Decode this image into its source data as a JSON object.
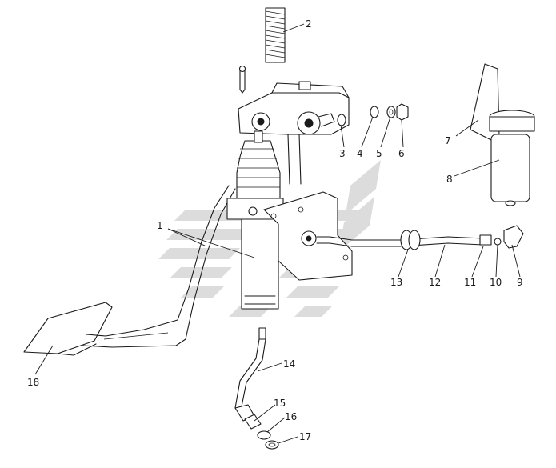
{
  "diagram": {
    "callouts": [
      {
        "id": "c1",
        "text": "1"
      },
      {
        "id": "c2",
        "text": "2"
      },
      {
        "id": "c3",
        "text": "3"
      },
      {
        "id": "c4",
        "text": "4"
      },
      {
        "id": "c5",
        "text": "5"
      },
      {
        "id": "c6",
        "text": "6"
      },
      {
        "id": "c7",
        "text": "7"
      },
      {
        "id": "c8",
        "text": "8"
      },
      {
        "id": "c9",
        "text": "9"
      },
      {
        "id": "c10",
        "text": "10"
      },
      {
        "id": "c11",
        "text": "11"
      },
      {
        "id": "c12",
        "text": "12"
      },
      {
        "id": "c13",
        "text": "13"
      },
      {
        "id": "c14",
        "text": "14"
      },
      {
        "id": "c15",
        "text": "15"
      },
      {
        "id": "c16",
        "text": "16"
      },
      {
        "id": "c17",
        "text": "17"
      },
      {
        "id": "c18",
        "text": "18"
      }
    ],
    "colors": {
      "line": "#1a1a1a",
      "watermark": "#dcdcdc",
      "background": "#ffffff"
    }
  }
}
